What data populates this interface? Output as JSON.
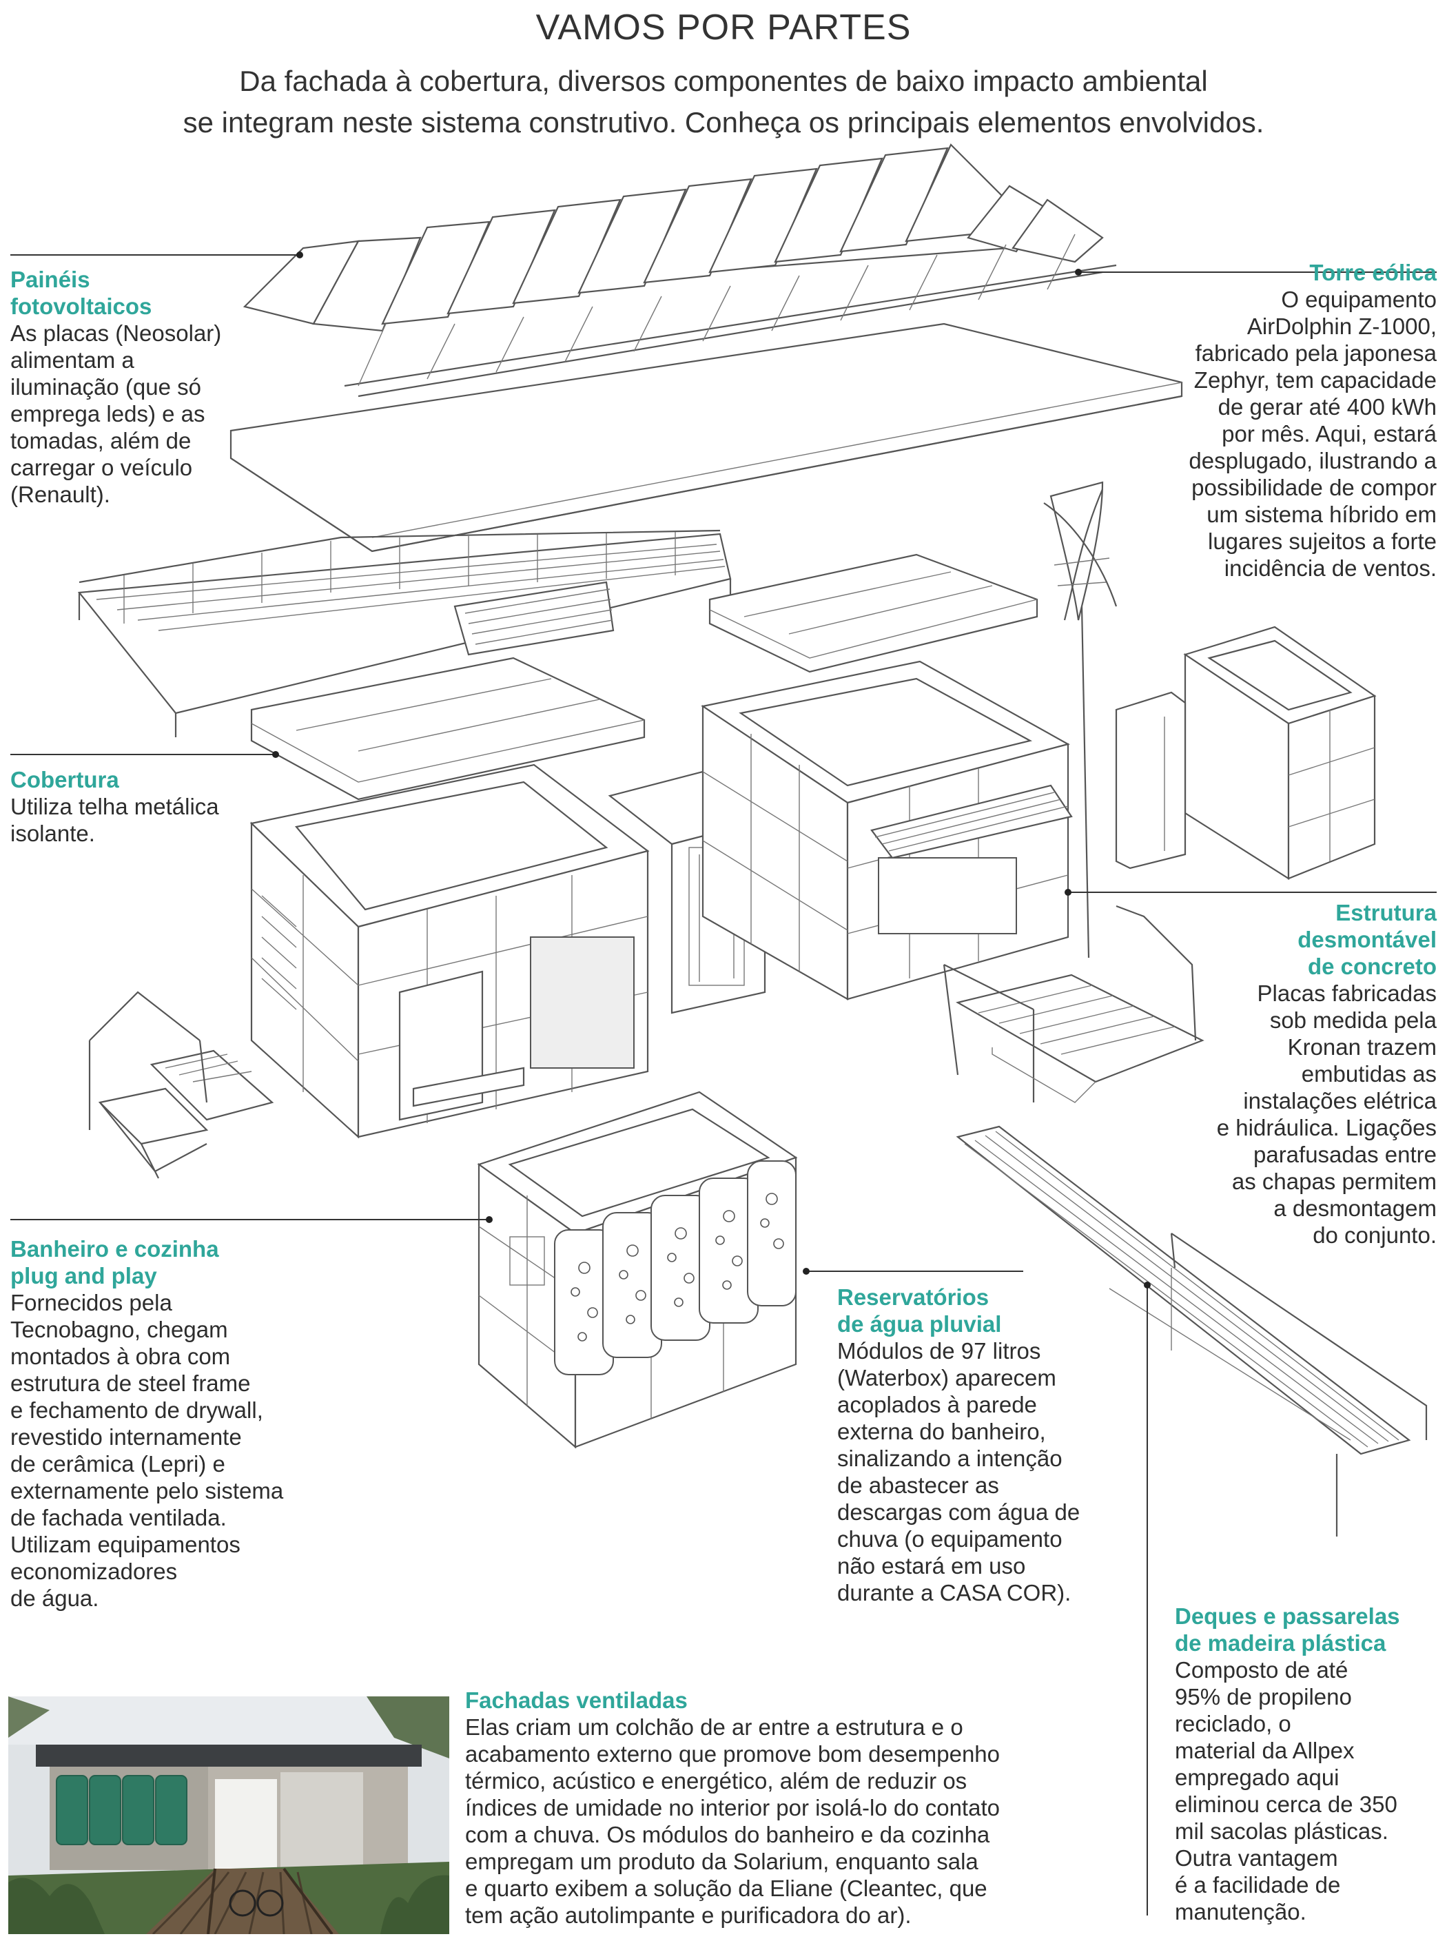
{
  "header": {
    "title": "VAMOS POR PARTES",
    "subtitle": [
      "Da fachada à cobertura, diversos componentes de baixo impacto ambiental",
      "se integram neste sistema construtivo. Conheça os principais elementos envolvidos."
    ]
  },
  "annotations": {
    "paineis": {
      "title": [
        "Painéis",
        "fotovoltaicos"
      ],
      "body": [
        "As placas (Neosolar)",
        "alimentam a",
        "iluminação (que só",
        "emprega leds) e as",
        "tomadas, além de",
        "carregar o veículo",
        "(Renault)."
      ]
    },
    "torre": {
      "title": [
        "Torre eólica"
      ],
      "body": [
        "O equipamento",
        "AirDolphin Z-1000,",
        "fabricado pela japonesa",
        "Zephyr, tem capacidade",
        "de gerar até 400 kWh",
        "por mês. Aqui, estará",
        "desplugado, ilustrando a",
        "possibilidade de compor",
        "um sistema híbrido em",
        "lugares sujeitos a forte",
        "incidência de ventos."
      ]
    },
    "cobertura": {
      "title": [
        "Cobertura"
      ],
      "body": [
        "Utiliza telha metálica",
        "isolante."
      ]
    },
    "estrutura": {
      "title": [
        "Estrutura",
        "desmontável",
        "de concreto"
      ],
      "body": [
        "Placas fabricadas",
        "sob medida pela",
        "Kronan trazem",
        "embutidas as",
        "instalações elétrica",
        "e hidráulica. Ligações",
        "parafusadas entre",
        "as chapas permitem",
        "a desmontagem",
        "do conjunto."
      ]
    },
    "banheiro": {
      "title": [
        "Banheiro e cozinha",
        "plug and play"
      ],
      "body": [
        "Fornecidos pela",
        "Tecnobagno, chegam",
        "montados à obra com",
        "estrutura de steel frame",
        "e fechamento de drywall,",
        "revestido internamente",
        "de cerâmica (Lepri) e",
        "externamente pelo sistema",
        "de fachada ventilada.",
        "Utilizam equipamentos",
        "economizadores",
        "de água."
      ]
    },
    "reservatorios": {
      "title": [
        "Reservatórios",
        "de água pluvial"
      ],
      "body": [
        "Módulos de 97 litros",
        "(Waterbox) aparecem",
        "acoplados à parede",
        "externa do banheiro,",
        "sinalizando a intenção",
        "de abastecer as",
        "descargas com água de",
        "chuva (o equipamento",
        "não estará em uso",
        "durante a CASA COR)."
      ]
    },
    "deques": {
      "title": [
        "Deques e passarelas",
        "de madeira plástica"
      ],
      "body": [
        "Composto de até",
        "95% de propileno",
        "reciclado, o",
        "material da Allpex",
        "empregado aqui",
        "eliminou cerca de 350",
        "mil sacolas plásticas.",
        "Outra vantagem",
        "é a facilidade de",
        "manutenção."
      ]
    },
    "fachadas": {
      "title": [
        "Fachadas ventiladas"
      ],
      "body": [
        "Elas criam um colchão de ar entre a estrutura e o",
        "acabamento externo que promove bom desempenho",
        "térmico, acústico e energético, além de reduzir os",
        "índices de umidade no interior por isolá-lo do contato",
        "com a chuva. Os módulos do banheiro e da cozinha",
        "empregam um produto da Solarium, enquanto sala",
        "e quarto exibem a solução da Eliane (Cleantec, que",
        "tem ação autolimpante e purificadora do ar)."
      ]
    }
  },
  "colors": {
    "accent": "#2fa69a",
    "text": "#2d2d2d",
    "line": "#555555"
  }
}
